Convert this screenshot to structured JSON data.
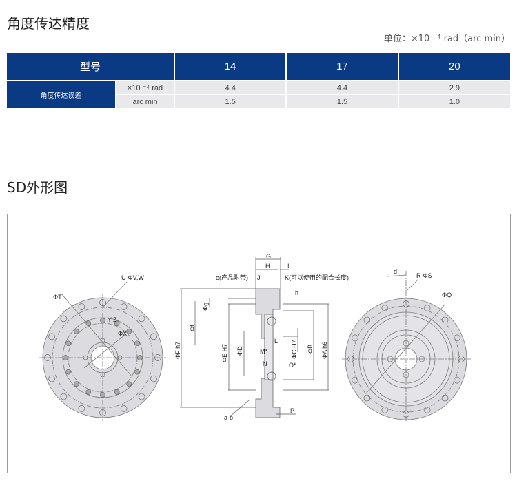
{
  "section1": {
    "title": "角度传达精度",
    "unit": "单位：×10 ⁻⁴ rad（arc min）"
  },
  "table": {
    "header": [
      "型号",
      "14",
      "17",
      "20"
    ],
    "row_label": "角度传达误差",
    "rows": [
      {
        "unit": "×10 ⁻⁴ rad",
        "values": [
          "4.4",
          "4.4",
          "2.9"
        ]
      },
      {
        "unit": "arc min",
        "values": [
          "1.5",
          "1.5",
          "1.0"
        ]
      }
    ]
  },
  "section2": {
    "title": "SD外形图"
  },
  "drawing": {
    "left": {
      "uvw": "U-ΦV,W",
      "t": "ΦT",
      "yz": "Y-Z",
      "x": "ΦX"
    },
    "mid": {
      "G": "G",
      "H": "H",
      "I": "I",
      "e": "e(产品附带)",
      "J": "J",
      "K": "K(可以使用的配合长度)",
      "h": "h",
      "g": "Φg",
      "f": "Φf",
      "F": "ΦF h7",
      "E": "ΦE H7",
      "D": "ΦD",
      "L": "L",
      "M": "M*",
      "C": "ΦC H7",
      "B": "ΦB",
      "A": "ΦA h6",
      "N": "N",
      "O": "O*",
      "P": "P",
      "ab": "a-b"
    },
    "right": {
      "d": "d",
      "rs": "R-ΦS",
      "q": "ΦQ"
    }
  },
  "colors": {
    "header": "#0b3a84",
    "cell": "#e9e9ec"
  }
}
